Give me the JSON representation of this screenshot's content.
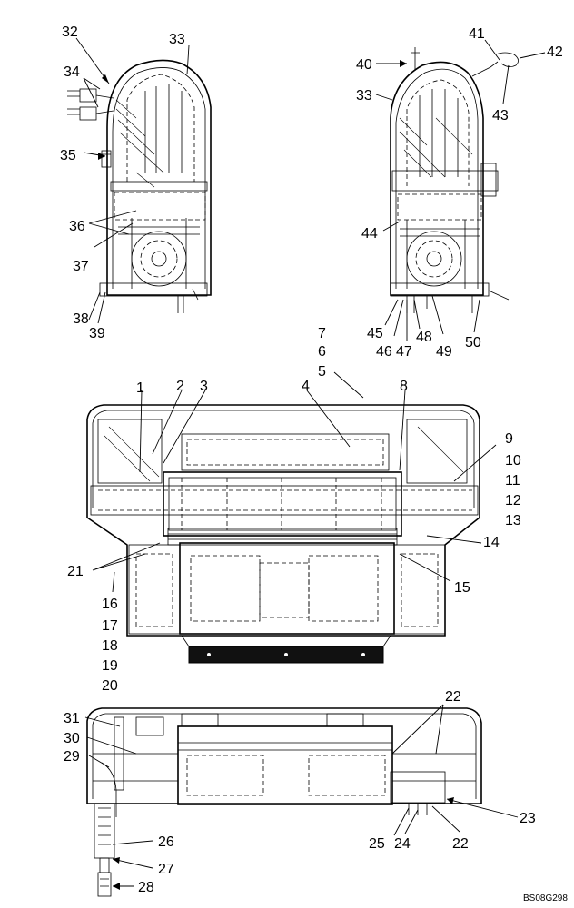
{
  "callouts": {
    "n1": "1",
    "n2": "2",
    "n3": "3",
    "n4": "4",
    "n5": "5",
    "n6": "6",
    "n7": "7",
    "n8": "8",
    "n9": "9",
    "n10": "10",
    "n11": "11",
    "n12": "12",
    "n13": "13",
    "n14": "14",
    "n15": "15",
    "n16": "16",
    "n17": "17",
    "n18": "18",
    "n19": "19",
    "n20": "20",
    "n21": "21",
    "n22a": "22",
    "n22b": "22",
    "n23": "23",
    "n24": "24",
    "n25": "25",
    "n26": "26",
    "n27": "27",
    "n28": "28",
    "n29": "29",
    "n30": "30",
    "n31": "31",
    "n32": "32",
    "n33a": "33",
    "n33b": "33",
    "n34": "34",
    "n35": "35",
    "n36": "36",
    "n37": "37",
    "n38": "38",
    "n39": "39",
    "n40": "40",
    "n41": "41",
    "n42": "42",
    "n43": "43",
    "n44": "44",
    "n45": "45",
    "n46": "46",
    "n47": "47",
    "n48": "48",
    "n49": "49",
    "n50": "50"
  },
  "reference_code": "BS08G298"
}
